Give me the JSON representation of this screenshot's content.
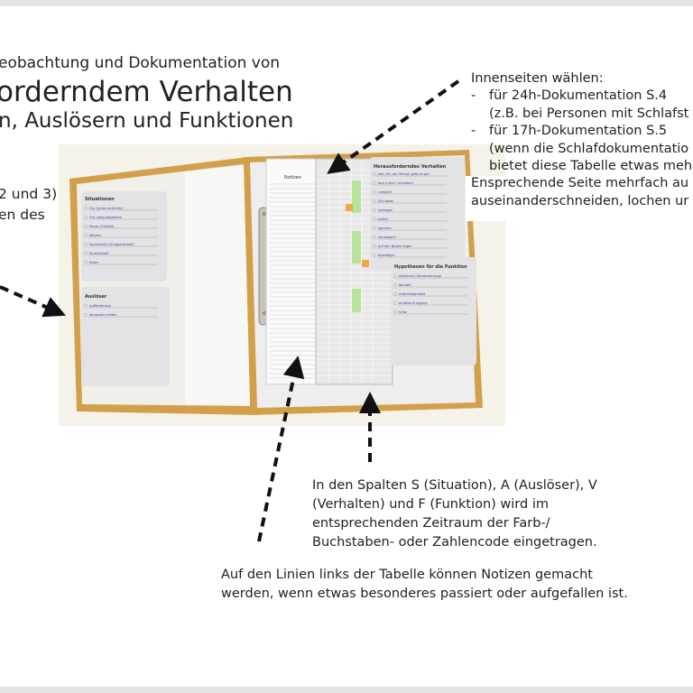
{
  "title": {
    "line1": "eobachtung und Dokumentation von",
    "line2": "orderndem Verhalten",
    "line3": "n, Auslösern und Funktionen"
  },
  "left_note": [
    "2 und 3)",
    "en des"
  ],
  "right_note": {
    "heading": "Innenseiten wählen:",
    "items": [
      {
        "bullet": "-",
        "text": "für 24h-Dokumentation S.4"
      },
      {
        "bullet": "",
        "text": "(z.B. bei Personen mit Schlafst"
      },
      {
        "bullet": "-",
        "text": "für 17h-Dokumentation S.5"
      },
      {
        "bullet": "",
        "text": "(wenn die Schlafdokumentatio"
      },
      {
        "bullet": "",
        "text": "bietet diese Tabelle etwas meh"
      }
    ],
    "line_a": "Ensprechende Seite mehrfach au",
    "line_b": "auseinanderschneiden, lochen ur"
  },
  "columns_note": [
    "In den Spalten S (Situation), A (Auslöser), V",
    "(Verhalten) und F (Funktion) wird im",
    "entsprechenden Zeitraum der Farb-/",
    "Buchstaben- oder Zahlencode eingetragen."
  ],
  "notes_note": [
    "Auf den Linien links der Tabelle können Notizen gemacht",
    "werden, wenn etwas besonderes passiert oder aufgefallen ist."
  ],
  "photo": {
    "situationen": {
      "heading": "Situationen",
      "items": [
        "Flur (Jacke anziehen)",
        "Flur (weg begleiten)",
        "Pause (Fußball)",
        "Werken",
        "Sachkunde (Gruppenarbeit)",
        "Einzelarbeit",
        "Essen"
      ]
    },
    "ausloeser": {
      "heading": "Auslöser",
      "items": [
        "Aufforderung",
        "Jemanden helfen"
      ]
    },
    "notizen": {
      "heading": "Notizen"
    },
    "verhalten": {
      "heading": "Herausforderndes Verhalten",
      "items": [
        "kein HV, der Person geht es gut",
        "laut (rufen / schreien)",
        "rumpeln",
        "Schubsen",
        "schlagen",
        "treten",
        "spucken",
        "verweigern",
        "auf den Boden legen",
        "beleidigen"
      ]
    },
    "hypothesen": {
      "heading": "Hypothesen für die Funktion",
      "items": [
        "Ablehnen (Überforderung)",
        "Kontakt",
        "Aufmerksamkeit",
        "erhöhte Erregung",
        "Krise"
      ]
    }
  },
  "colors": {
    "binder": "#d2a04a",
    "highlight_green": "#b7e39a",
    "highlight_orange": "#f0a84a",
    "arrow": "#111111"
  }
}
